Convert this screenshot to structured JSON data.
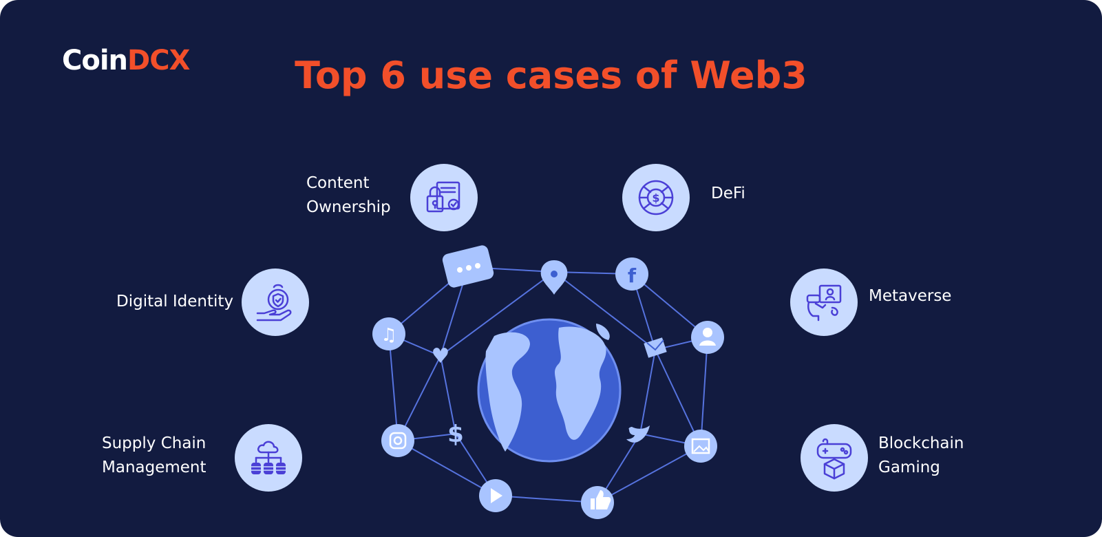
{
  "brand": {
    "logo_part1": "Coin",
    "logo_part2": "DCX",
    "accent_color": "#f24f2a"
  },
  "title": "Top 6 use cases of Web3",
  "colors": {
    "background": "#121b40",
    "circle_fill": "#c9dbff",
    "icon_stroke": "#4a3fd6",
    "globe": "#3d5fd0"
  },
  "use_cases": [
    {
      "label_line1": "Content",
      "label_line2": "Ownership",
      "icon": "certificate-lock-icon"
    },
    {
      "label_line1": "DeFi",
      "label_line2": "",
      "icon": "defi-coin-network-icon"
    },
    {
      "label_line1": "Digital Identity",
      "label_line2": "",
      "icon": "identity-badge-hand-icon"
    },
    {
      "label_line1": "Metaverse",
      "label_line2": "",
      "icon": "vr-headset-user-icon"
    },
    {
      "label_line1": "Supply Chain",
      "label_line2": "Management",
      "icon": "cloud-supply-tree-icon"
    },
    {
      "label_line1": "Blockchain",
      "label_line2": "Gaming",
      "icon": "gamepad-cube-icon"
    }
  ],
  "network_icons": [
    "chat-bubble-icon",
    "location-pin-icon",
    "facebook-icon",
    "music-note-icon",
    "heart-icon",
    "mail-icon",
    "user-icon",
    "instagram-icon",
    "dollar-icon",
    "twitter-icon",
    "image-icon",
    "play-icon",
    "like-icon"
  ]
}
